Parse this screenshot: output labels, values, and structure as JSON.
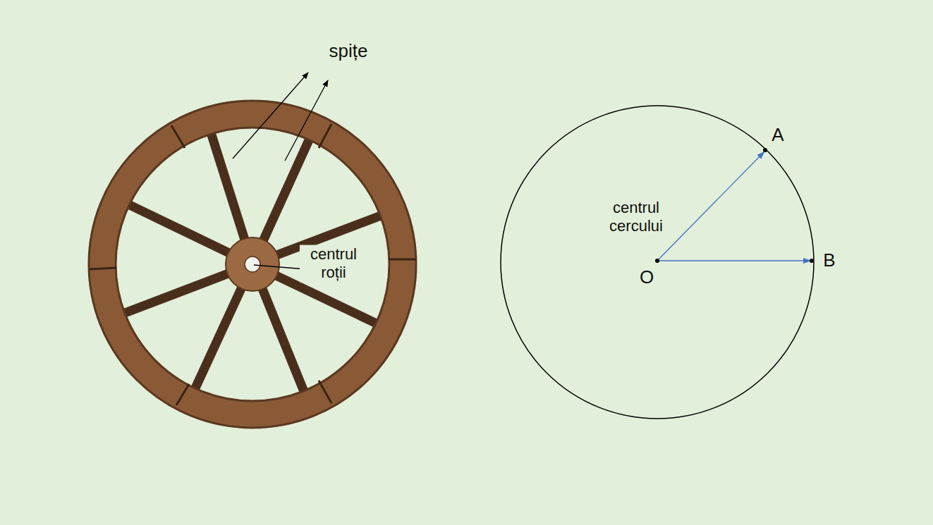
{
  "diagram": {
    "labels": [
      "spițe",
      "centrul roții",
      "centrul cercului",
      "A",
      "B",
      "O"
    ]
  }
}
